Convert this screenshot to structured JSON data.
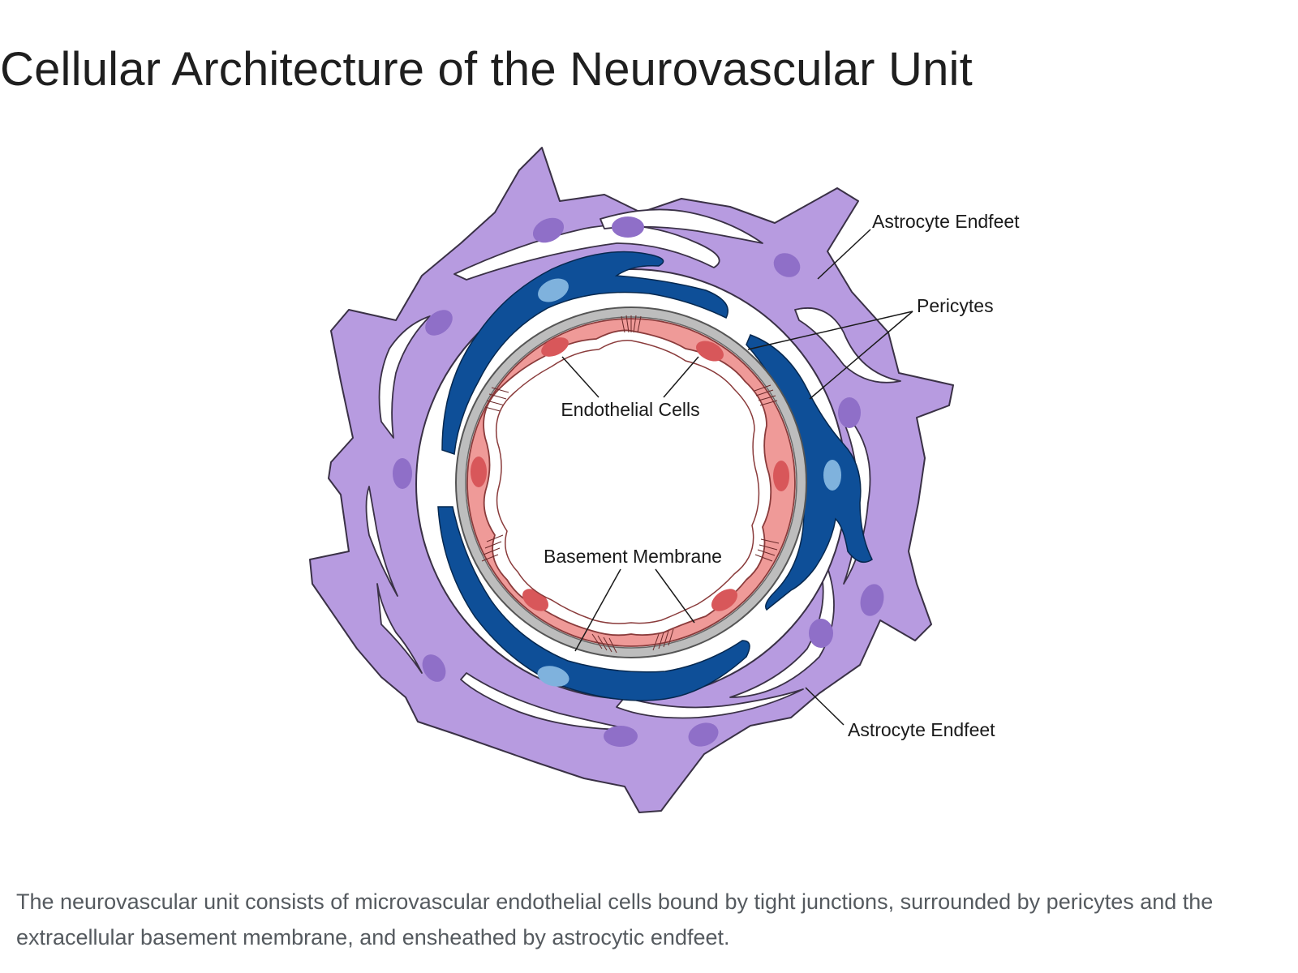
{
  "page": {
    "title": "Cellular Architecture of the Neurovascular Unit",
    "caption": "The neurovascular unit consists of microvascular endothelial cells bound by tight junctions, surrounded by pericytes and the extracellular basement membrane, and ensheathed by astrocytic endfeet."
  },
  "diagram": {
    "labels": {
      "astrocyte_top": "Astrocyte Endfeet",
      "pericytes": "Pericytes",
      "endothelial": "Endothelial Cells",
      "basement": "Basement Membrane",
      "astrocyte_bottom": "Astrocyte Endfeet"
    },
    "colors": {
      "astrocyte": "#b79be0",
      "astrocyte_nucleus": "#8f6fc8",
      "pericyte": "#0e4f98",
      "pericyte_nucleus": "#7fb2dd",
      "endothelium": "#ef9a98",
      "endothelial_nucleus": "#d8575a",
      "basement_membrane": "#b8b8b8",
      "outline": "#3a3146"
    }
  }
}
